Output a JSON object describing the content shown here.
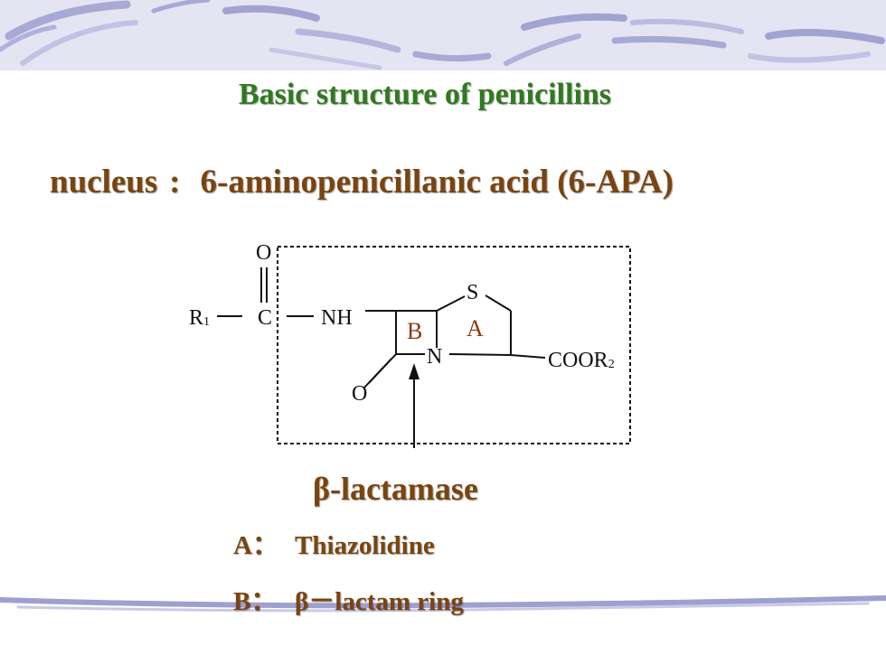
{
  "title": "Basic structure of penicillins",
  "nucleus": {
    "label": "nucleus",
    "separator": ":",
    "name": "6-aminopenicillanic acid (6-APA)"
  },
  "structure": {
    "atoms": {
      "R": "R",
      "R_sub": "1",
      "C": "C",
      "O_carbonyl": "O",
      "NH": "NH",
      "S": "S",
      "N": "N",
      "O_lactam": "O",
      "COOR": "COOR",
      "COOR_sub": "2"
    },
    "ring_labels": {
      "A": "A",
      "B": "B"
    }
  },
  "enzyme_label": "β-lactamase",
  "rings": [
    {
      "key": "A：",
      "text": "Thiazolidine"
    },
    {
      "key": "B：",
      "text": "β－lactam ring"
    }
  ],
  "colors": {
    "title": "#2f7a1f",
    "body_text": "#7a4410",
    "decoration": "#9fa0cf"
  }
}
